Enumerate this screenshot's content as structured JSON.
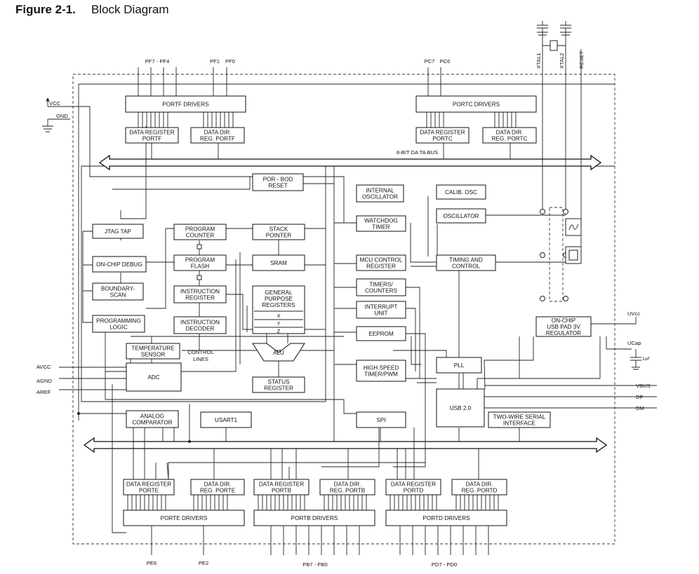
{
  "figure": {
    "number": "Figure 2-1.",
    "title": "Block Diagram"
  },
  "buses": {
    "data_bus": "8-BIT DA TA BUS"
  },
  "blocks": {
    "portf_drivers": [
      "PORTF DRIVERS"
    ],
    "data_reg_portf": [
      "DATA REGISTER",
      "PORTF"
    ],
    "data_dir_portf": [
      "DATA DIR.",
      "REG. PORTF"
    ],
    "portc_drivers": [
      "PORTC DRIVERS"
    ],
    "data_reg_portc": [
      "DATA REGISTER",
      "PORTC"
    ],
    "data_dir_portc": [
      "DATA DIR.",
      "REG. PORTC"
    ],
    "por_bod": [
      "POR - BOD",
      "RESET"
    ],
    "internal_osc": [
      "INTERNAL",
      "OSCILLATOR"
    ],
    "calib_osc": [
      "CALIB. OSC"
    ],
    "oscillator": [
      "OSCILLATOR"
    ],
    "jtag_tap": [
      "JTAG TAP"
    ],
    "program_counter": [
      "PROGRAM",
      "COUNTER"
    ],
    "stack_pointer": [
      "STACK",
      "POINTER"
    ],
    "watchdog": [
      "WATCHDOG",
      "TIMER"
    ],
    "on_chip_debug": [
      "ON-CHIP DEBUG"
    ],
    "program_flash": [
      "PROGRAM",
      "FLASH"
    ],
    "sram": [
      "SRAM"
    ],
    "mcu_control": [
      "MCU CONTROL",
      "REGISTER"
    ],
    "timing_control": [
      "TIMING AND",
      "CONTROL"
    ],
    "boundary_scan": [
      "BOUNDARY-",
      "SCAN"
    ],
    "instruction_register": [
      "INSTRUCTION",
      "REGISTER"
    ],
    "gp_registers": [
      "GENERAL",
      "PURPOSE",
      "REGISTERS"
    ],
    "timers_counters": [
      "TIMERS/",
      "COUNTERS"
    ],
    "interrupt_unit": [
      "INTERRUPT",
      "UNIT"
    ],
    "programming_logic": [
      "PROGRAMMING",
      "LOGIC"
    ],
    "instruction_decoder": [
      "INSTRUCTION",
      "DECODER"
    ],
    "eeprom": [
      "EEPROM"
    ],
    "usb_regulator": [
      "ON-CHIP",
      "USB PAD 3V",
      "REGULATOR"
    ],
    "temperature_sensor": [
      "TEMPERATURE",
      "SENSOR"
    ],
    "alu": [
      "ALU"
    ],
    "pll": [
      "PLL"
    ],
    "adc": [
      "ADC"
    ],
    "high_speed_timer": [
      "HIGH SPEED",
      "TIMER/PWM"
    ],
    "status_register": [
      "STATUS",
      "REGISTER"
    ],
    "usb20": [
      "USB 2.0"
    ],
    "analog_comparator": [
      "ANALOG",
      "COMPARATOR"
    ],
    "usart1": [
      "USART1"
    ],
    "spi": [
      "SPI"
    ],
    "twi": [
      "TWO-WIRE SERIAL",
      "INTERFACE"
    ],
    "data_reg_porte": [
      "DATA REGISTER",
      "PORTE"
    ],
    "data_dir_porte": [
      "DATA DIR.",
      "REG. PORTE"
    ],
    "data_reg_portb": [
      "DATA REGISTER",
      "PORTB"
    ],
    "data_dir_portb": [
      "DATA DIR.",
      "REG. PORTB"
    ],
    "data_reg_portd": [
      "DATA REGISTER",
      "PORTD"
    ],
    "data_dir_portd": [
      "DATA DIR.",
      "REG. PORTD"
    ],
    "porte_drivers": [
      "PORTE DRIVERS"
    ],
    "portb_drivers": [
      "PORTB DRIVERS"
    ],
    "portd_drivers": [
      "PORTD DRIVERS"
    ]
  },
  "gp_sub_labels": [
    "X",
    "Y",
    "Z"
  ],
  "control_lines": [
    "CONTROL",
    "LINES"
  ],
  "pins": {
    "pf7_pf4": "PF7 - PF4",
    "pf1": "PF1",
    "pf0": "PF0",
    "pc7": "PC7",
    "pc6": "PC6",
    "xtal1": "XTAL1",
    "xtal2": "XTAL2",
    "reset": "RESET",
    "vcc": "VCC",
    "gnd": "GND",
    "avcc": "AVCC",
    "agnd": "AGND",
    "aref": "AREF",
    "uvcc": "UVcc",
    "ucap": "UCap",
    "cap_value": "1uF",
    "vbus": "VBUS",
    "dp": "DP",
    "dm": "DM",
    "pe6": "PE6",
    "pe2": "PE2",
    "pb7_pb0": "PB7 - PB0",
    "pd7_pd0": "PD7 - PD0"
  }
}
